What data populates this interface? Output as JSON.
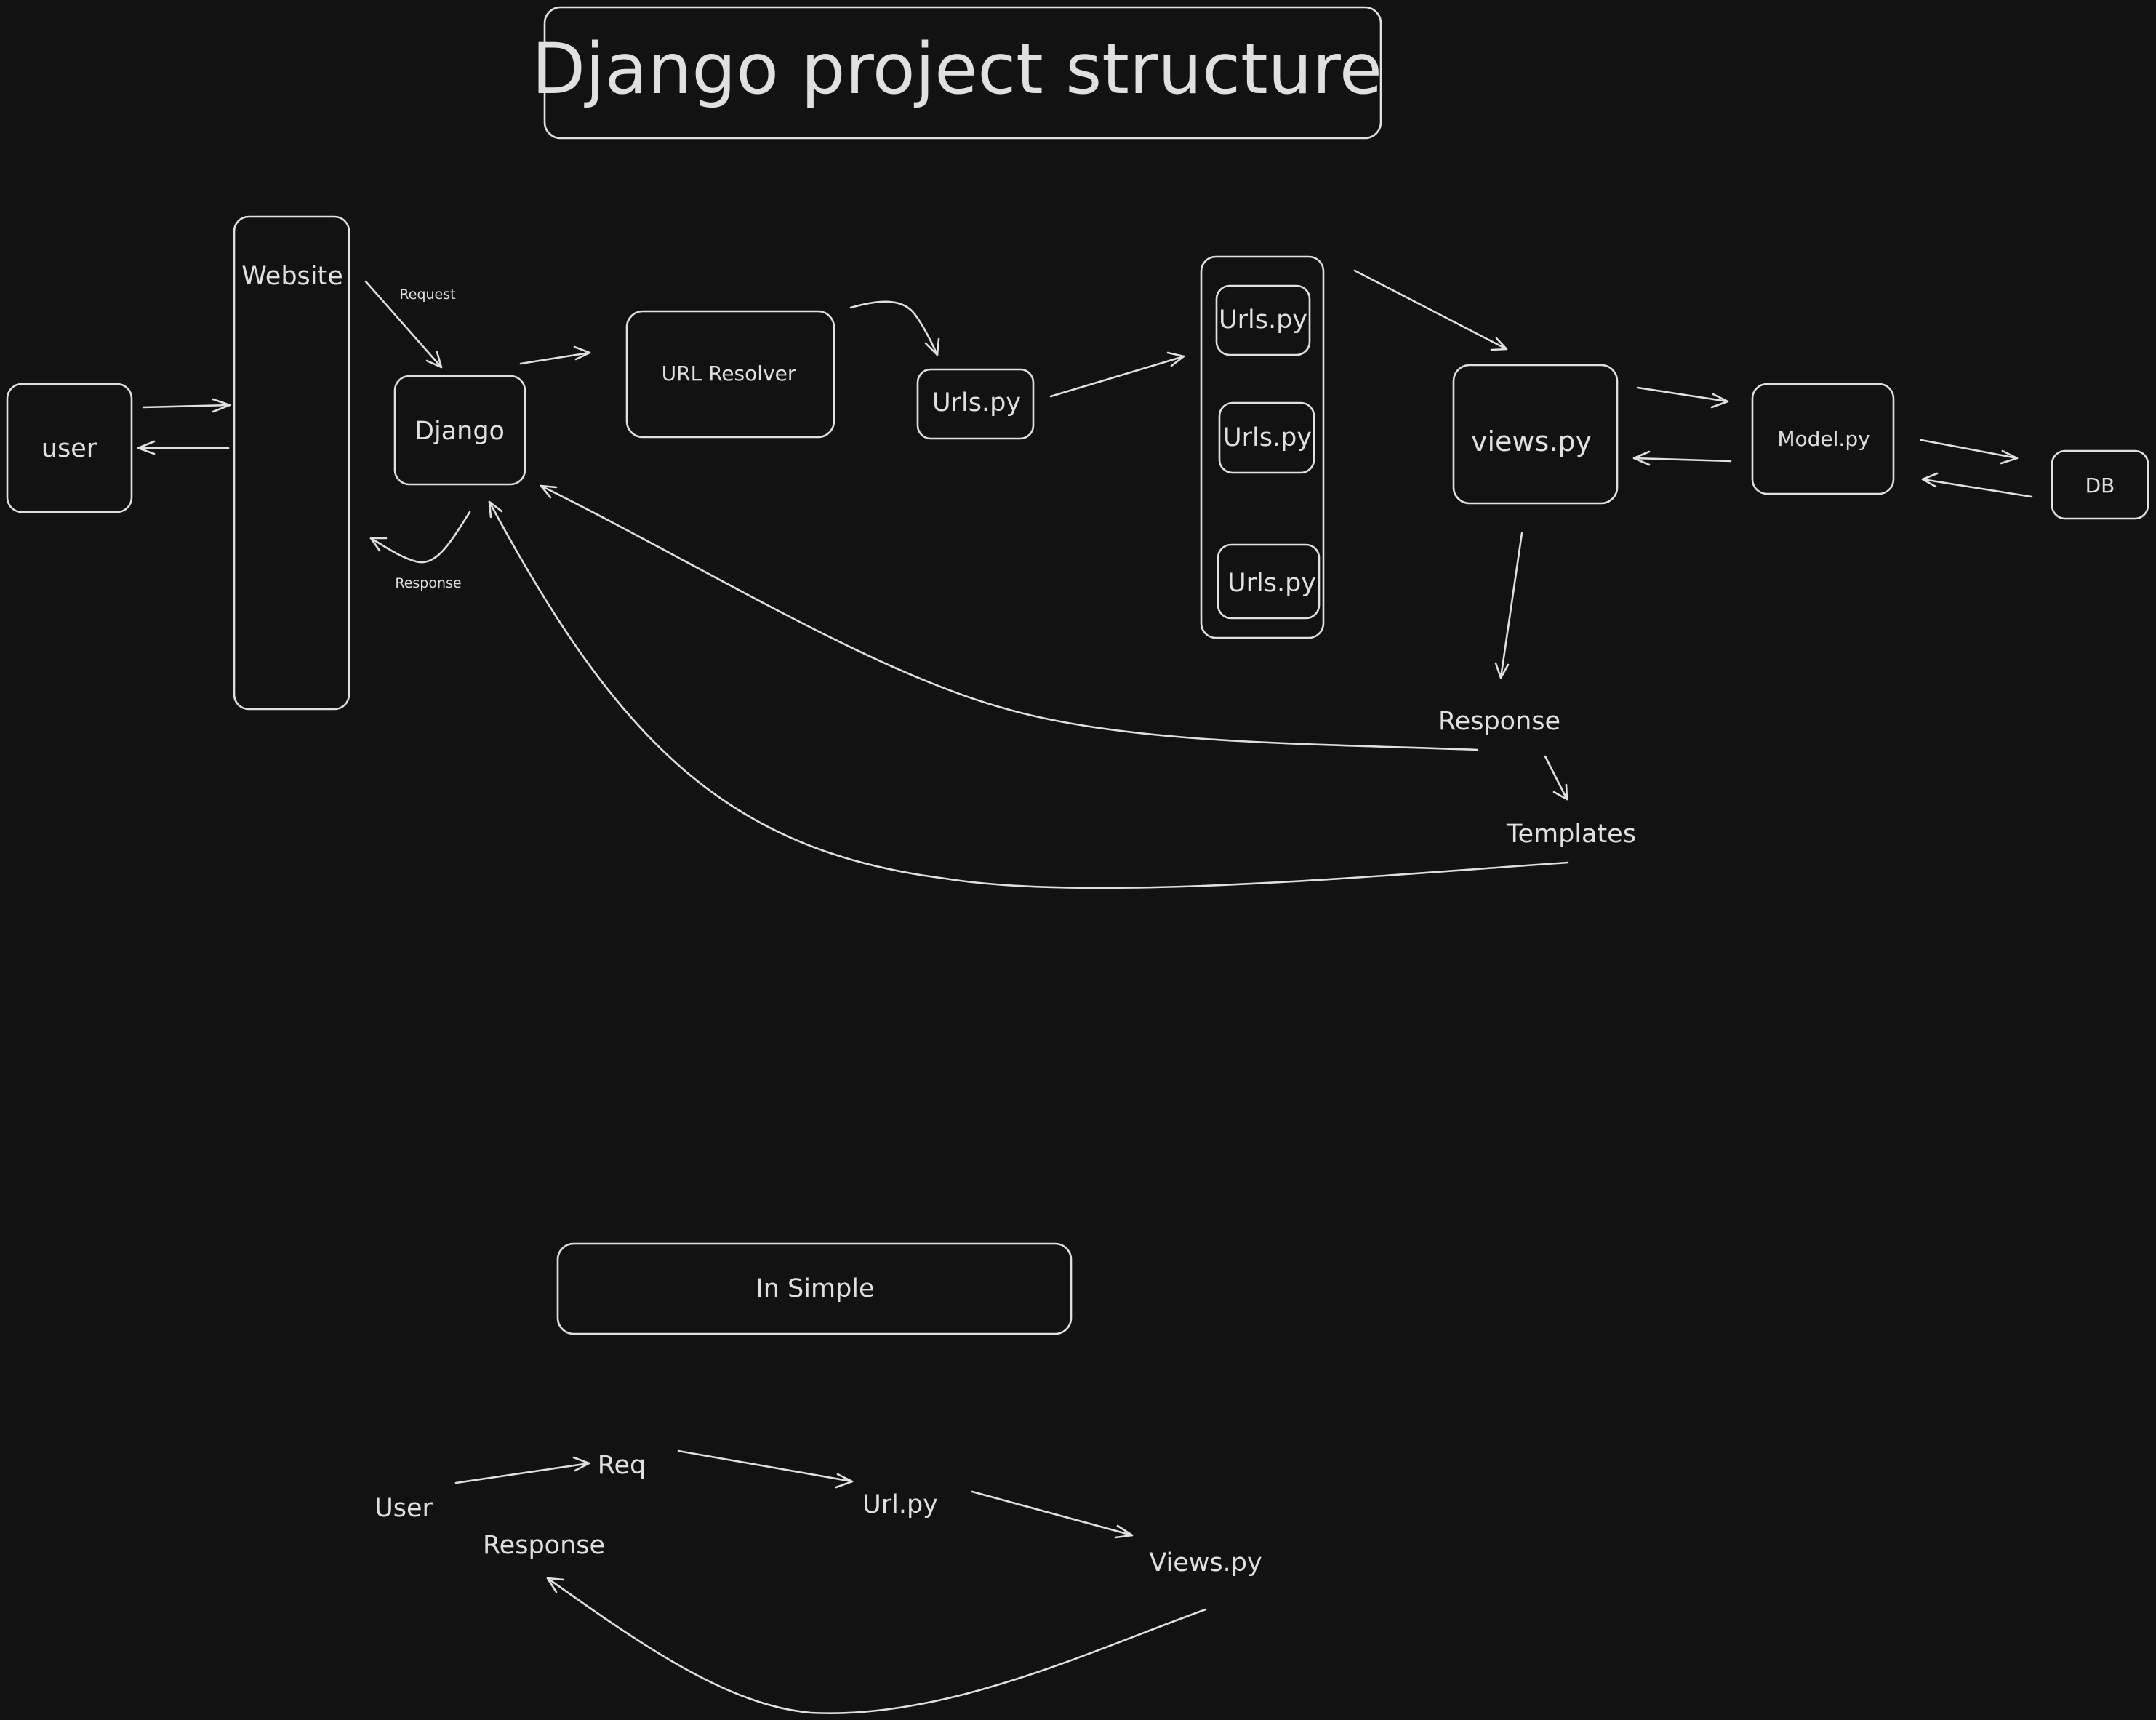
{
  "title": "Django project structure",
  "nodes": {
    "user": "user",
    "website": "Website",
    "django": "Django",
    "url_resolver": "URL Resolver",
    "urls_main": "Urls.py",
    "urls_group": [
      "Urls.py",
      "Urls.py",
      "Urls.py"
    ],
    "views": "views.py",
    "model": "Model.py",
    "db": "DB",
    "response": "Response",
    "templates": "Templates"
  },
  "edge_labels": {
    "request": "Request",
    "response": "Response"
  },
  "simple": {
    "title": "In Simple",
    "user": "User",
    "req": "Req",
    "url": "Url.py",
    "views": "Views.py",
    "response": "Response"
  },
  "colors": {
    "background": "#121212",
    "stroke": "#e0e0e0",
    "text": "#e0e0e0"
  }
}
